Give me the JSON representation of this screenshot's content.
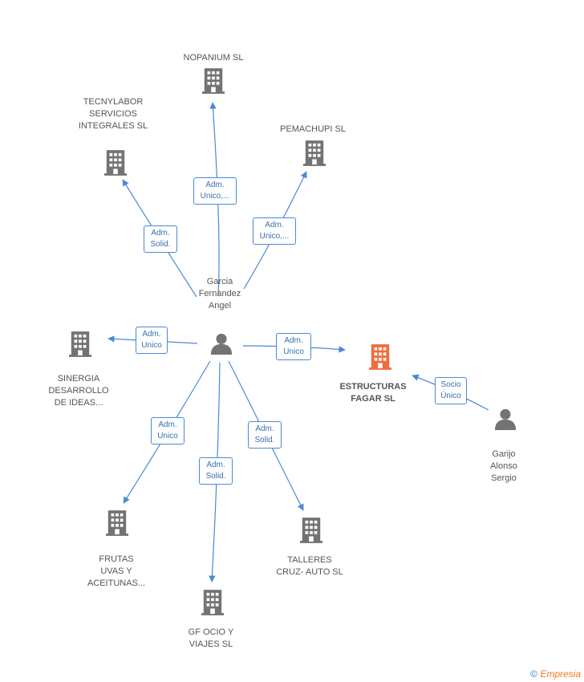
{
  "nodes": [
    {
      "id": "nopanium",
      "type": "company",
      "label": "NOPANIUM SL"
    },
    {
      "id": "tecnylabor",
      "type": "company",
      "label": "TECNYLABOR\nSERVICIOS\nINTEGRALES SL"
    },
    {
      "id": "pemachupi",
      "type": "company",
      "label": "PEMACHUPI  SL"
    },
    {
      "id": "garcia",
      "type": "person",
      "label": "Garcia\nFernandez\nAngel"
    },
    {
      "id": "sinergia",
      "type": "company",
      "label": "SINERGIA\nDESARROLLO\nDE IDEAS..."
    },
    {
      "id": "estructuras",
      "type": "company",
      "main": true,
      "label": "ESTRUCTURAS\nFAGAR SL"
    },
    {
      "id": "garijo",
      "type": "person",
      "label": "Garijo\nAlonso\nSergio"
    },
    {
      "id": "frutas",
      "type": "company",
      "label": "FRUTAS\nUVAS Y\nACEITUNAS..."
    },
    {
      "id": "gfocio",
      "type": "company",
      "label": "GF OCIO Y\nVIAJES SL"
    },
    {
      "id": "talleres",
      "type": "company",
      "label": "TALLERES\nCRUZ- AUTO  SL"
    }
  ],
  "edges": [
    {
      "from": "garcia",
      "to": "nopanium",
      "label": "Adm.\nUnico,..."
    },
    {
      "from": "garcia",
      "to": "tecnylabor",
      "label": "Adm.\nSolid."
    },
    {
      "from": "garcia",
      "to": "pemachupi",
      "label": "Adm.\nUnico,..."
    },
    {
      "from": "garcia",
      "to": "sinergia",
      "label": "Adm.\nUnico"
    },
    {
      "from": "garcia",
      "to": "estructuras",
      "label": "Adm.\nUnico"
    },
    {
      "from": "garijo",
      "to": "estructuras",
      "label": "Socio\nÚnico"
    },
    {
      "from": "garcia",
      "to": "frutas",
      "label": "Adm.\nUnico"
    },
    {
      "from": "garcia",
      "to": "gfocio",
      "label": "Adm.\nSolid."
    },
    {
      "from": "garcia",
      "to": "talleres",
      "label": "Adm.\nSolid."
    }
  ],
  "colors": {
    "company": "#737373",
    "main_company": "#f26c3a",
    "person": "#737373",
    "edge": "#4a8ad4"
  },
  "footer": {
    "copyright": "©",
    "brand": "Empresia"
  }
}
